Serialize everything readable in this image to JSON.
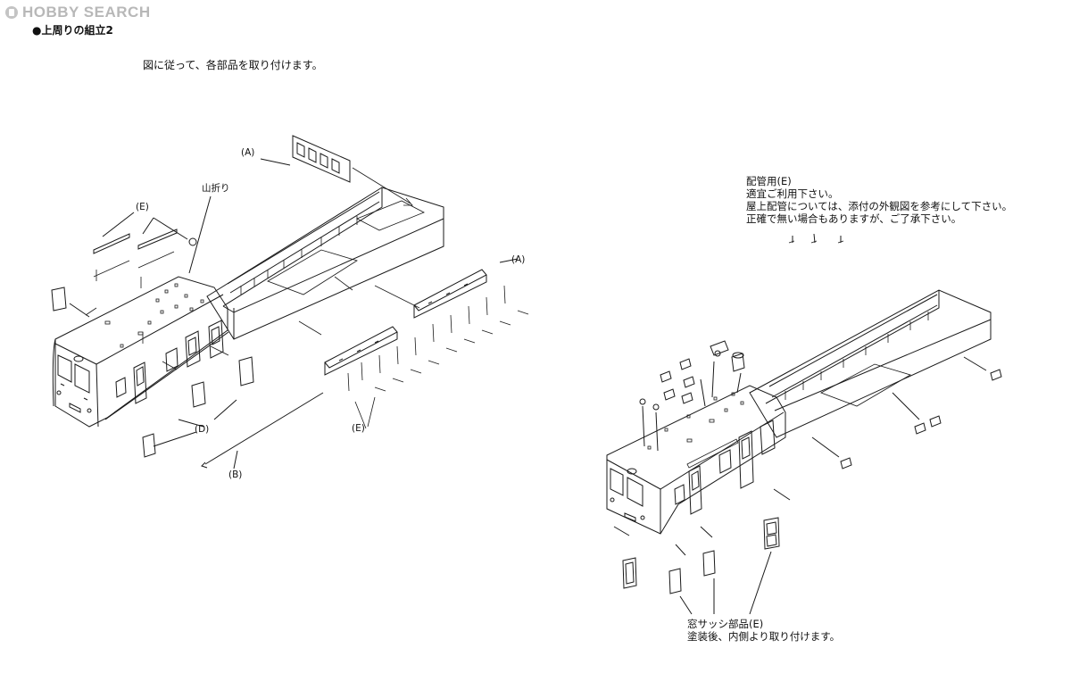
{
  "watermark": {
    "text": "HOBBY SEARCH"
  },
  "section_title": "●上周りの組立2",
  "instruction": "図に従って、各部品を取り付けます。",
  "left_labels": {
    "a_top": "(A)",
    "fold": "山折り",
    "e_top": "(E)",
    "a_right": "(A)",
    "d": "(D)",
    "e_bottom": "(E)",
    "b": "(B)"
  },
  "piping_note": {
    "line1": "配管用(E)",
    "line2": "適宜ご利用下さい。",
    "line3": "屋上配管については、添付の外観図を参考にして下さい。",
    "line4": "正確で無い場合もありますが、ご了承下さい。"
  },
  "sash_note": {
    "line1": "窓サッシ部品(E)",
    "line2": "塗装後、内側より取り付けます。"
  },
  "colors": {
    "line": "#1a1a1a",
    "watermark": "#b8b8b8"
  }
}
